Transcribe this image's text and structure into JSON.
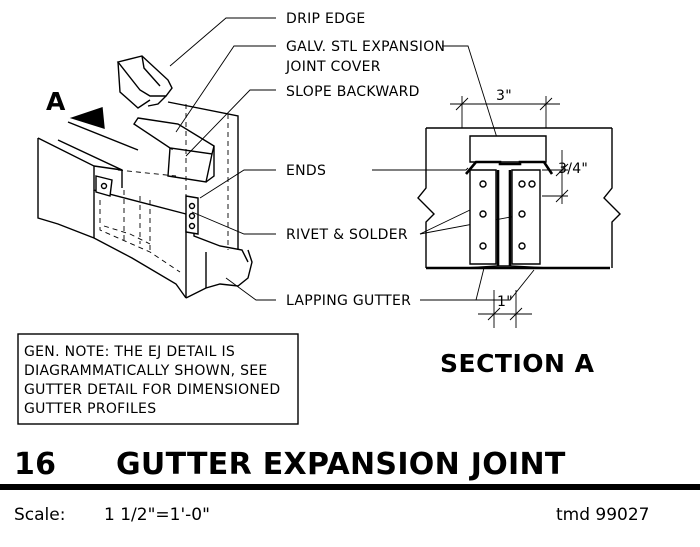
{
  "callouts": {
    "drip_edge": "DRIP EDGE",
    "expansion_cover_line1": "GALV. STL EXPANSION",
    "expansion_cover_line2": "JOINT COVER",
    "slope_backward": "SLOPE BACKWARD",
    "ends": "ENDS",
    "rivet_solder": "RIVET & SOLDER",
    "lapping_gutter": "LAPPING GUTTER",
    "section_marker": "A"
  },
  "section": {
    "title": "SECTION A",
    "dim_top": "3\"",
    "dim_side": "3/4\"",
    "dim_bottom": "1\""
  },
  "note": {
    "line1": "GEN. NOTE: THE EJ DETAIL IS",
    "line2": "DIAGRAMMATICALLY SHOWN, SEE",
    "line3": "GUTTER DETAIL FOR DIMENSIONED",
    "line4": "GUTTER PROFILES"
  },
  "title_block": {
    "number": "16",
    "title": "GUTTER EXPANSION JOINT",
    "scale_label": "Scale:",
    "scale_value": "1 1/2\"=1'-0\"",
    "ref": "tmd 99027"
  }
}
